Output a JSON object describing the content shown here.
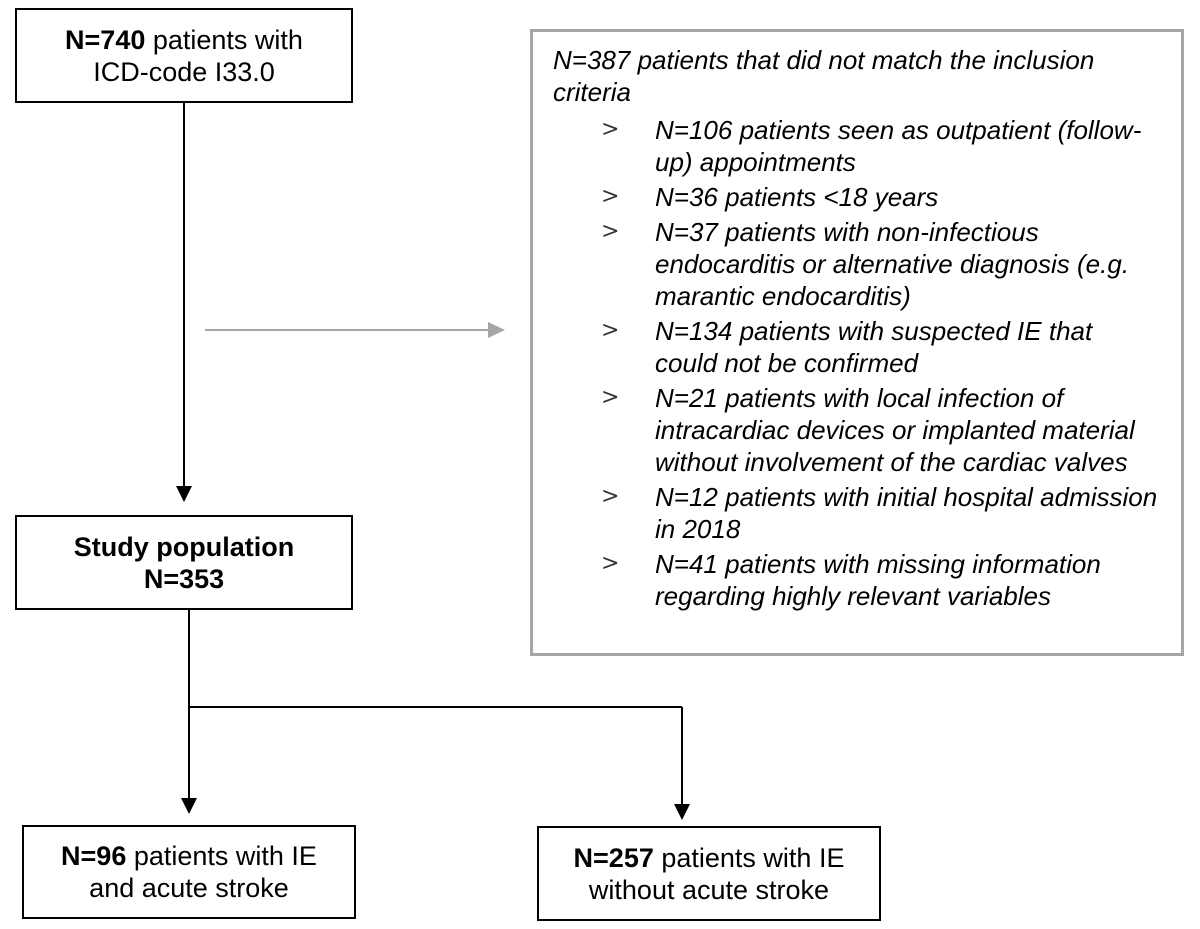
{
  "boxes": {
    "start": {
      "bold": "N=740",
      "rest_line1": " patients with",
      "line2": "ICD-code I33.0"
    },
    "study": {
      "line1": "Study population",
      "line2": "N=353"
    },
    "stroke": {
      "bold": "N=96",
      "rest_line1": " patients with IE",
      "line2": "and acute stroke"
    },
    "no_stroke": {
      "bold": "N=257",
      "rest_line1": " patients with IE",
      "line2": "without acute stroke"
    }
  },
  "exclusion": {
    "heading": "N=387 patients that did not match the inclusion criteria",
    "bullet_symbol": ">",
    "items": [
      "N=106 patients seen as outpatient (follow-up) appointments",
      "N=36 patients <18 years",
      "N=37 patients with non-infectious endocarditis or alternative diagnosis (e.g. marantic endocarditis)",
      "N=134 patients with suspected IE that could not be confirmed",
      "N=21 patients with local infection of intracardiac devices or implanted material without involvement of the cardiac valves",
      "N=12 patients with initial hospital admission in 2018",
      "N=41 patients with missing information regarding highly relevant variables"
    ]
  },
  "colors": {
    "line": "#000000",
    "exclusion_arrow": "#a6a6a6",
    "exclusion_border": "#a6a6a6"
  }
}
